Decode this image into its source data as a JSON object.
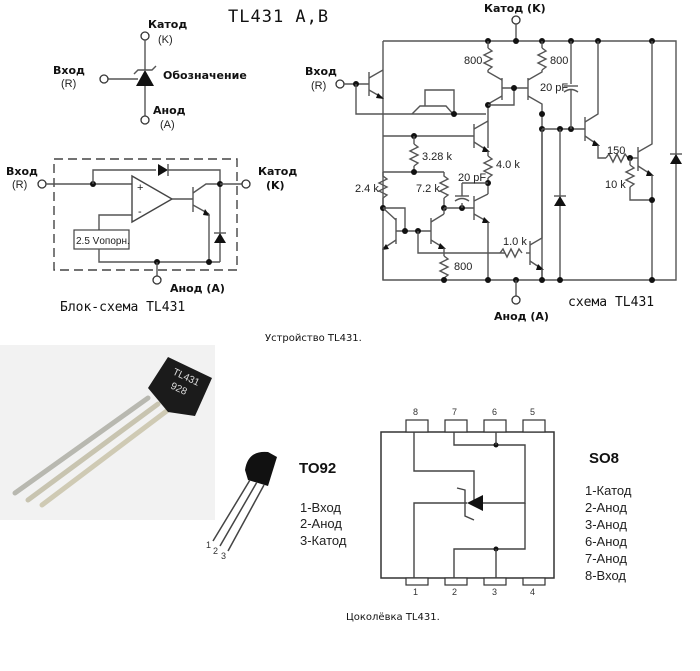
{
  "title": "TL431 A,B",
  "symbol": {
    "cathode_label": "Катод",
    "cathode_letter": "(K)",
    "ref_label": "Вход",
    "ref_letter": "(R)",
    "anode_label": "Анод",
    "anode_letter": "(A)",
    "designation_label": "Обозначение"
  },
  "block_diagram": {
    "ref_label": "Вход",
    "ref_letter": "(R)",
    "cathode_label": "Катод",
    "cathode_letter": "(K)",
    "anode_label": "Анод  (A)",
    "vref_label": "2.5 Vопорн.",
    "plus": "+",
    "minus": "-",
    "caption": "Блок-схема TL431"
  },
  "schematic": {
    "cathode_label": "Катод (K)",
    "anode_label": "Анод (A)",
    "ref_label": "Вход",
    "ref_letter": "(R)",
    "components": {
      "r_800_a": "800",
      "r_800_b": "800",
      "c_20pf_a": "20 pF",
      "r_3_28k": "3.28 k",
      "r_4_0k": "4.0 k",
      "r_2_4k": "2.4 k",
      "r_7_2k": "7.2 k",
      "c_20pf_b": "20 pF",
      "r_1_0k": "1.0 k",
      "r_800_c": "800",
      "r_150": "150",
      "r_10k": "10 k"
    },
    "caption": "схема TL431"
  },
  "device_caption": "Устройство TL431.",
  "photo": {
    "marking_line1": "TL431",
    "marking_line2": "928"
  },
  "to92": {
    "title": "TO92",
    "pins": [
      "1-Вход",
      "2-Анод",
      "3-Катод"
    ],
    "pin_numbers": [
      "1",
      "2",
      "3"
    ]
  },
  "so8": {
    "title": "SO8",
    "pins": [
      "1-Катод",
      "2-Анод",
      "3-Анод",
      "6-Анод",
      "7-Анод",
      "8-Вход"
    ],
    "top_pin_numbers": [
      "8",
      "7",
      "6",
      "5"
    ],
    "bottom_pin_numbers": [
      "1",
      "2",
      "3",
      "4"
    ]
  },
  "pinout_caption": "Цоколёвка TL431."
}
